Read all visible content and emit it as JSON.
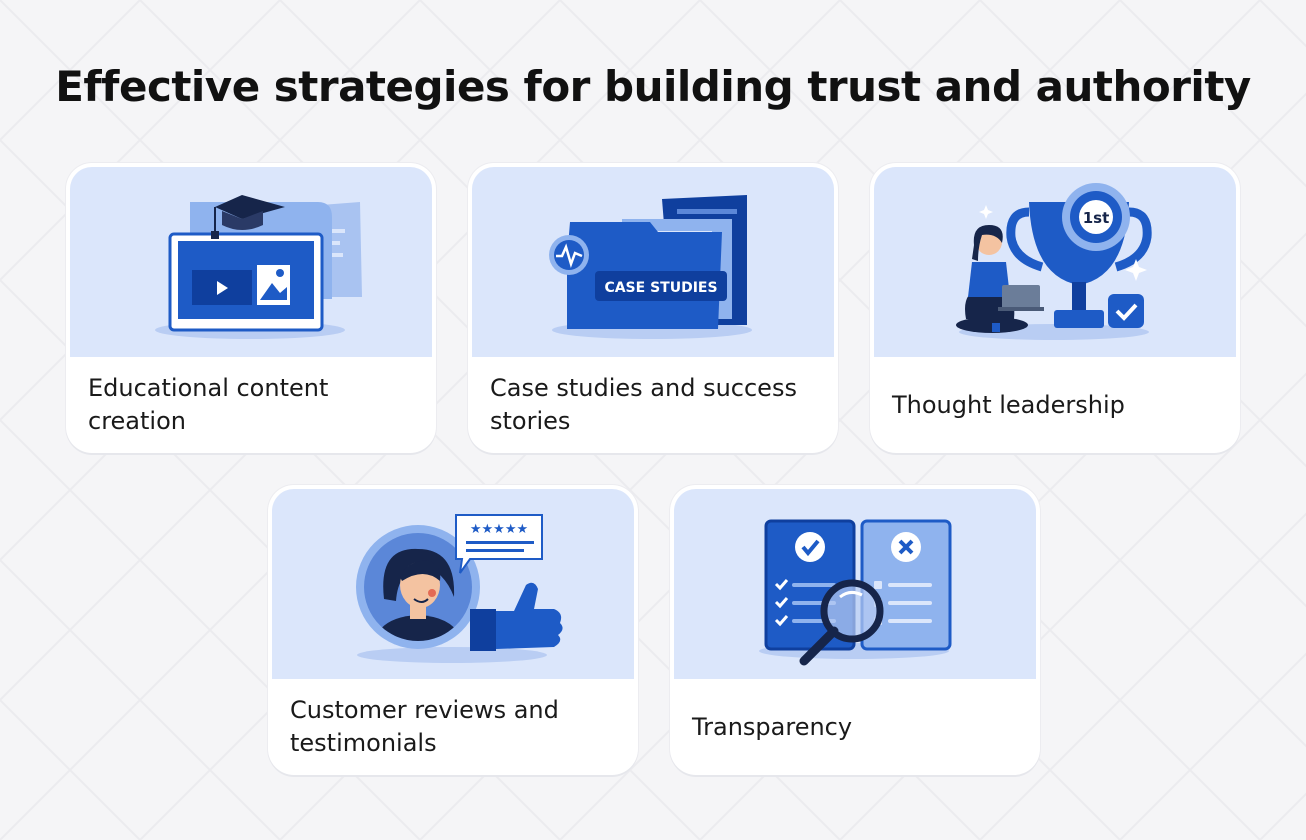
{
  "title": "Effective strategies for building trust and authority",
  "cards": [
    {
      "label": "Educational content creation",
      "icon": "graduation-laptop-illustration"
    },
    {
      "label": "Case studies and success stories",
      "icon": "case-studies-folder-illustration",
      "badge_text": "CASE STUDIES"
    },
    {
      "label": "Thought leadership",
      "icon": "trophy-woman-illustration",
      "badge_text": "1st"
    },
    {
      "label": "Customer reviews and testimonials",
      "icon": "review-thumbs-up-illustration"
    },
    {
      "label": "Transparency",
      "icon": "checklist-magnifier-illustration"
    }
  ],
  "colors": {
    "background": "#f5f5f7",
    "card_bg": "#ffffff",
    "illustration_bg": "#dbe6fb",
    "primary_blue": "#1e5bc6",
    "dark_blue": "#0f3f9e",
    "light_blue": "#8fb3ee"
  }
}
